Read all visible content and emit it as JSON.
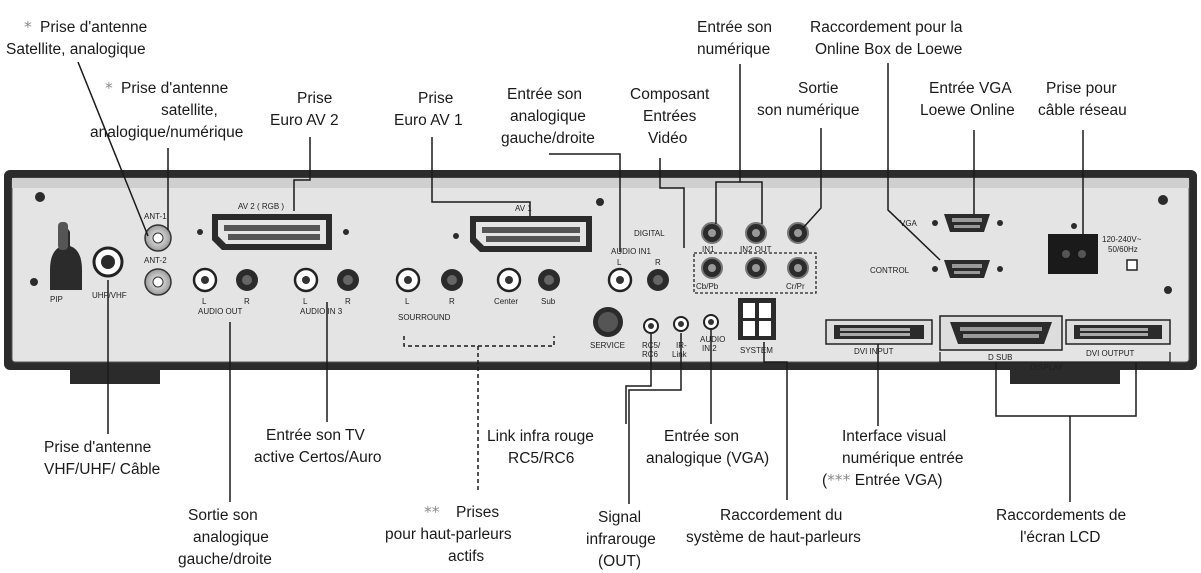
{
  "labels": {
    "ant_sat_analog_star": "*",
    "ant_sat_analog_l1": "Prise d'antenne",
    "ant_sat_analog_l2": "Satellite, analogique",
    "ant_sat_num_star": "*",
    "ant_sat_num_l1": "Prise d'antenne",
    "ant_sat_num_l2": "satellite,",
    "ant_sat_num_l3": "analogique/numérique",
    "euro_av2_l1": "Prise",
    "euro_av2_l2": "Euro AV 2",
    "euro_av1_l1": "Prise",
    "euro_av1_l2": "Euro AV 1",
    "audio_in_lr_l1": "Entrée son",
    "audio_in_lr_l2": "analogique",
    "audio_in_lr_l3": "gauche/droite",
    "component_l1": "Composant",
    "component_l2": "Entrées",
    "component_l3": "Vidéo",
    "digital_in_l1": "Entrée son",
    "digital_in_l2": "numérique",
    "digital_out_l1": "Sortie",
    "digital_out_l2": "son numérique",
    "online_box_l1": "Raccordement pour la",
    "online_box_l2": "Online Box de Loewe",
    "vga_in_l1": "Entrée VGA",
    "vga_in_l2": "Loewe Online",
    "network_l1": "Prise pour",
    "network_l2": "câble réseau",
    "vhf_l1": "Prise d'antenne",
    "vhf_l2": "VHF/UHF/ Câble",
    "tv_sound_l1": "Entrée son TV",
    "tv_sound_l2": "active Certos/Auro",
    "audio_out_l1": "Sortie son",
    "audio_out_l2": "analogique",
    "audio_out_l3": "gauche/droite",
    "speakers_star": "**",
    "speakers_l1": "Prises",
    "speakers_l2": "pour haut-parleurs",
    "speakers_l3": "actifs",
    "ir_link_l1": "Link infra rouge",
    "ir_link_l2": "RC5/RC6",
    "ir_out_l1": "Signal",
    "ir_out_l2": "infrarouge",
    "ir_out_l3": "(OUT)",
    "audio_vga_l1": "Entrée son",
    "audio_vga_l2": "analogique (VGA)",
    "speaker_sys_l1": "Raccordement du",
    "speaker_sys_l2": "système de haut-parleurs",
    "dvi_in_l1": "Interface visual",
    "dvi_in_l2": "numérique entrée",
    "dvi_in_paren": "(",
    "dvi_in_star": "***",
    "dvi_in_l3": " Entrée VGA)",
    "lcd_l1": "Raccordements de",
    "lcd_l2": "l'écran LCD"
  },
  "panel": {
    "pip": "PIP",
    "uhf_vhf": "UHF/VHF",
    "ant1": "ANT-1",
    "ant2": "ANT-2",
    "av2": "AV 2 ( RGB )",
    "av1": "AV 1",
    "l": "L",
    "r": "R",
    "audio_out": "AUDIO OUT",
    "audio_in3": "AUDIO IN 3",
    "surround": "SOURROUND",
    "center": "Center",
    "sub": "Sub",
    "audio_in1": "AUDIO IN1",
    "digital": "DIGITAL",
    "in1": "IN1",
    "in2_out": "IN2 OUT",
    "cb_pb": "Cb/Pb",
    "cr_pr": "Cr/Pr",
    "service": "SERVICE",
    "rc5": "RC5/",
    "rc6": "RC6",
    "ir": "IR-",
    "link": "Link",
    "audio": "AUDIO",
    "in2": "IN 2",
    "system": "SYSTEM",
    "vga": "VGA",
    "control": "CONTROL",
    "voltage": "120-240V~",
    "hz": "50/60Hz",
    "dvi_input": "DVI INPUT",
    "d_sub": "D SUB",
    "display": "DISPLAY",
    "dvi_output": "DVI OUTPUT"
  }
}
